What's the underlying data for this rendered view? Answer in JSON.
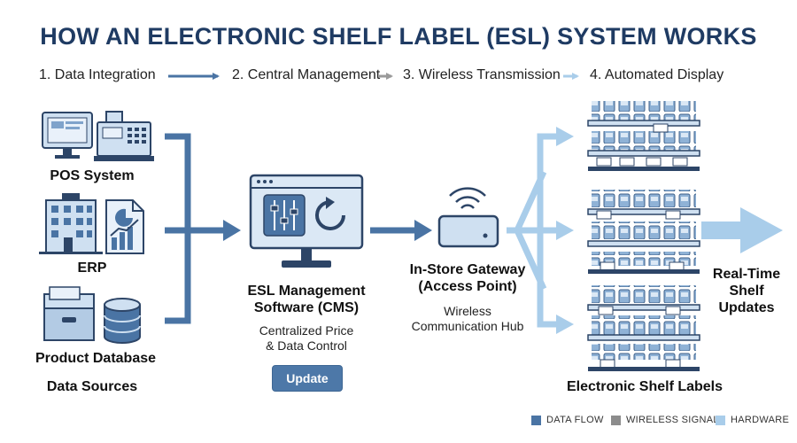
{
  "title": "HOW AN ELECTRONIC SHELF LABEL (ESL) SYSTEM WORKS",
  "steps": [
    "1. Data Integration",
    "2. Central Management",
    "3. Wireless Transmission",
    "4. Automated Display"
  ],
  "sources": {
    "pos": "POS System",
    "erp": "ERP",
    "db": "Product Database",
    "caption": "Data Sources"
  },
  "cms": {
    "title_line1": "ESL Management",
    "title_line2": "Software (CMS)",
    "desc_line1": "Centralized Price",
    "desc_line2": "& Data Control",
    "button": "Update"
  },
  "gateway": {
    "title_line1": "In-Store Gateway",
    "title_line2": "(Access Point)",
    "desc_line1": "Wireless",
    "desc_line2": "Communication Hub"
  },
  "shelves": {
    "caption": "Electronic Shelf Labels",
    "realtime_line1": "Real-Time",
    "realtime_line2": "Shelf",
    "realtime_line3": "Updates"
  },
  "legend": [
    {
      "label": "DATA FLOW",
      "color": "#4a74a4"
    },
    {
      "label": "WIRELESS SIGNAL",
      "color": "#8c8c8c"
    },
    {
      "label": "HARDWARE",
      "color": "#a9cdea"
    }
  ],
  "colors": {
    "data_flow": "#4a74a4",
    "wireless": "#9a9a9a",
    "hardware": "#a9cdea",
    "title": "#1f3b63"
  }
}
